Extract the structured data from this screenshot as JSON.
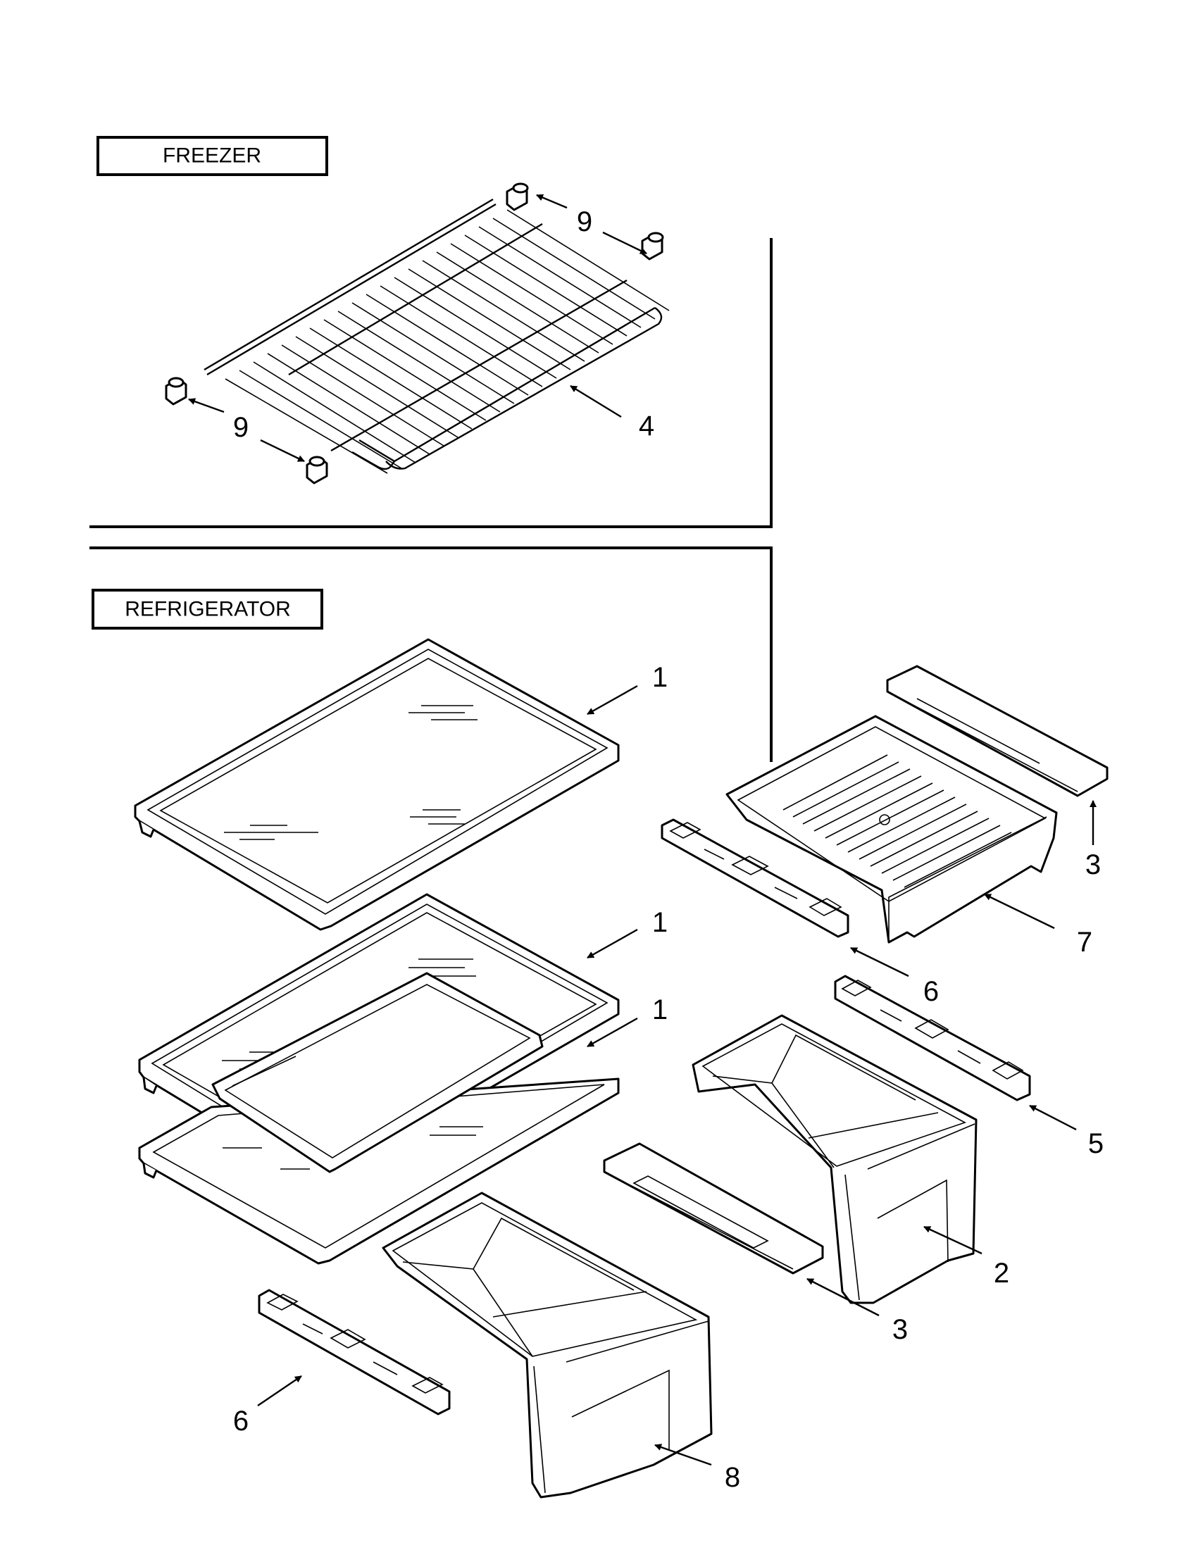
{
  "sections": {
    "freezer": {
      "label": "FREEZER"
    },
    "refrigerator": {
      "label": "REFRIGERATOR"
    }
  },
  "callouts": {
    "c9a": "9",
    "c9b": "9",
    "c4": "4",
    "c1a": "1",
    "c1b": "1",
    "c1c": "1",
    "c3a": "3",
    "c7": "7",
    "c6a": "6",
    "c5": "5",
    "c2": "2",
    "c3b": "3",
    "c6b": "6",
    "c8": "8"
  }
}
